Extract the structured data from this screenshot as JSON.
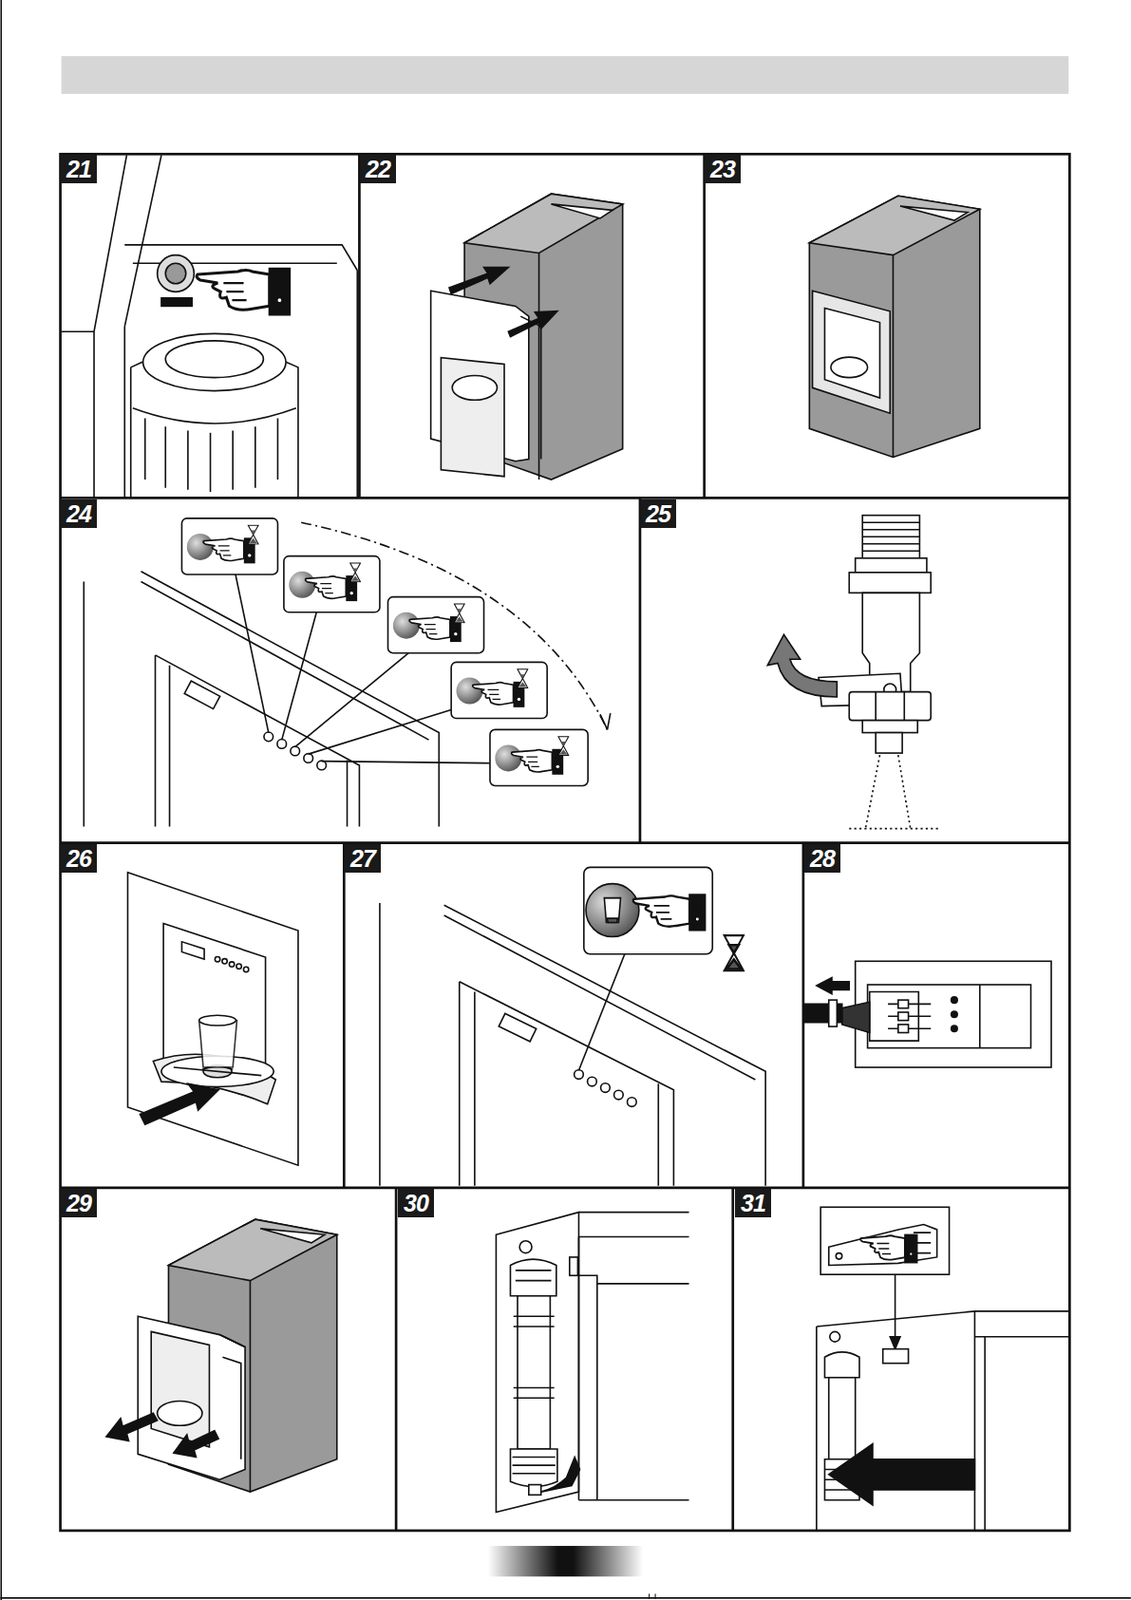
{
  "diagram": {
    "labels": [
      "21",
      "22",
      "23",
      "24",
      "25",
      "26",
      "27",
      "28",
      "29",
      "30",
      "31"
    ]
  }
}
